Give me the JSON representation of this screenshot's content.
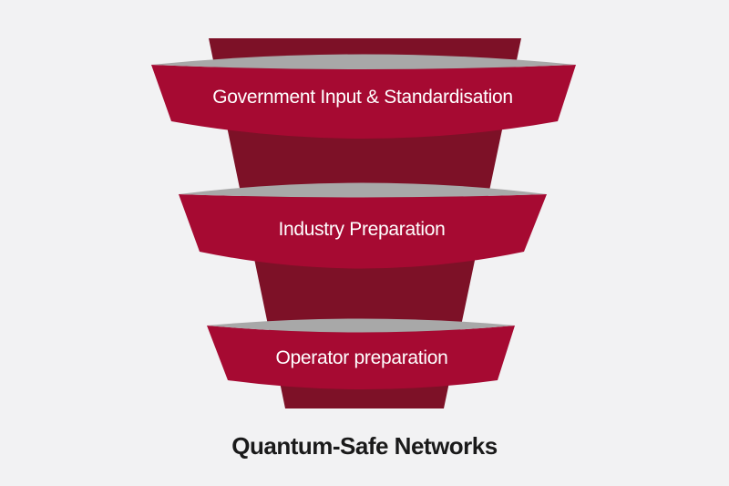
{
  "diagram": {
    "type": "funnel",
    "orientation": "top-down",
    "title": "Quantum-Safe Networks",
    "stages": [
      {
        "label": "Government Input & Standardisation"
      },
      {
        "label": "Industry Preparation"
      },
      {
        "label": "Operator preparation"
      }
    ],
    "colors": {
      "background": "#f2f2f3",
      "funnel_back": "#7d1127",
      "band": "#a60a32",
      "rim": "#a8a8a8",
      "label_text": "#ffffff",
      "title_text": "#1a1a1a"
    }
  }
}
